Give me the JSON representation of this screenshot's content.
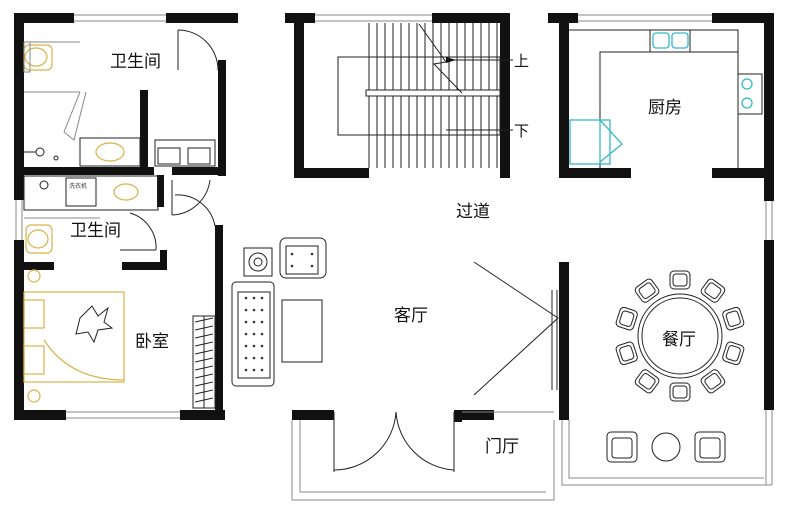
{
  "rooms": {
    "bathroom_top": "卫生间",
    "bathroom_mid": "卫生间",
    "bedroom": "卧室",
    "corridor": "过道",
    "living": "客厅",
    "kitchen": "厨房",
    "dining": "餐厅",
    "foyer": "门厅"
  },
  "stairs": {
    "up": "上",
    "down": "下"
  },
  "fixtures": {
    "washer": "洗衣机"
  },
  "colors": {
    "wall": "#111111",
    "bed": "#d9b24a",
    "kitchen_fixture": "#35b8c8"
  }
}
